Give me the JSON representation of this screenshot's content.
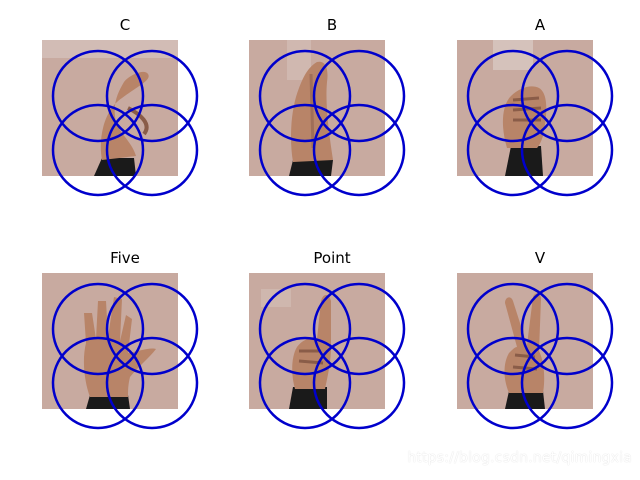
{
  "figure": {
    "panels": [
      {
        "id": "c",
        "title": "C"
      },
      {
        "id": "b",
        "title": "B"
      },
      {
        "id": "a",
        "title": "A"
      },
      {
        "id": "five",
        "title": "Five"
      },
      {
        "id": "point",
        "title": "Point"
      },
      {
        "id": "v",
        "title": "V"
      }
    ],
    "colors": {
      "circle_stroke": "#0000cc",
      "background_tile": "#c8aaa0",
      "hand_skin": "#b88468",
      "sleeve": "#1a1a1a"
    }
  },
  "watermark": "https://blog.csdn.net/qimingxia"
}
